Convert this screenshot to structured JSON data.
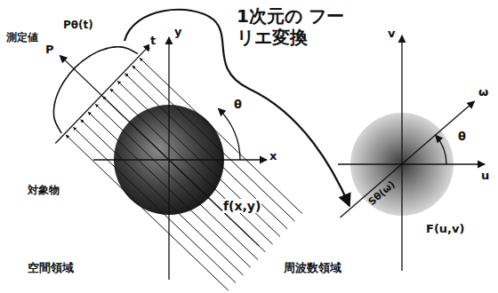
{
  "diagram": {
    "labels": [
      "1次元の フーリエ変換",
      "測定値",
      "Pθ(t)",
      "P",
      "t",
      "y",
      "θ",
      "x",
      "対象物",
      "f(x,y)",
      "空間領域",
      "v",
      "ω",
      "θ",
      "Sθ(ω)",
      "u",
      "F(u,v)",
      "周波数領域"
    ]
  }
}
